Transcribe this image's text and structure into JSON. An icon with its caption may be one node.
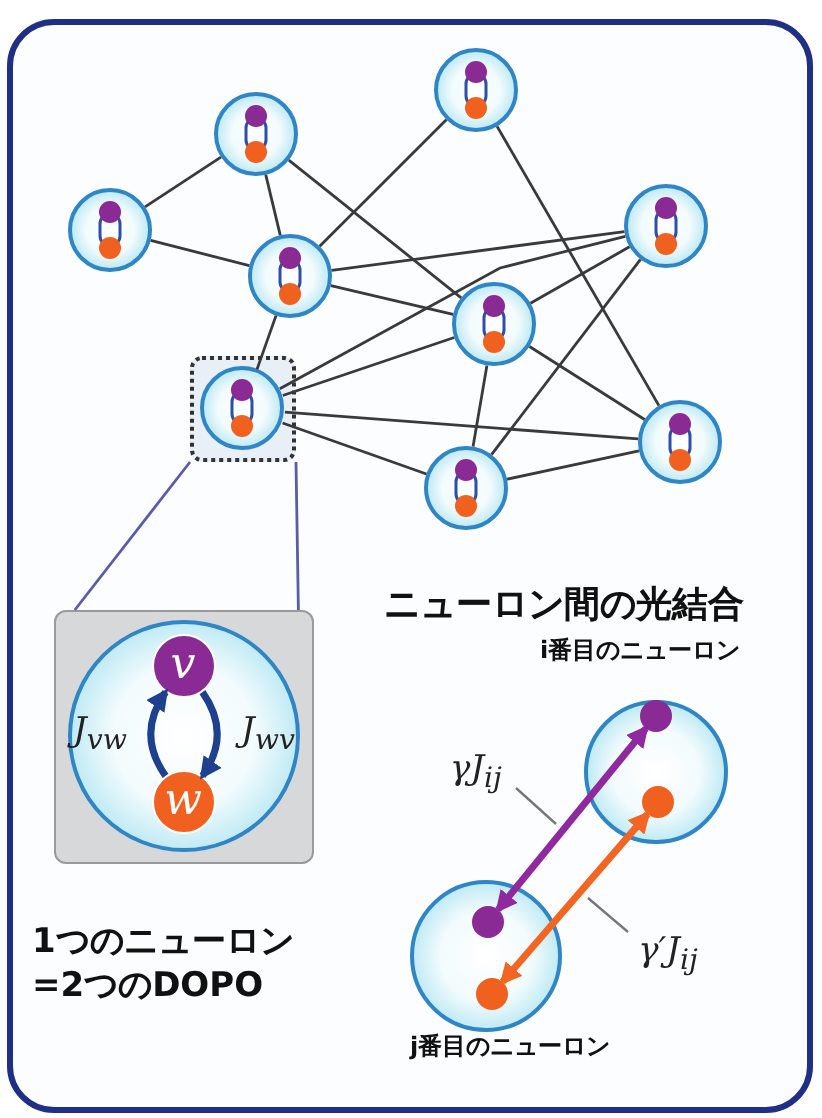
{
  "diagram": {
    "nodes": [
      {
        "text": [],
        "shape": "circle"
      },
      {
        "text": [],
        "shape": "circle"
      },
      {
        "text": [],
        "shape": "circle"
      },
      {
        "text": [],
        "shape": "circle"
      },
      {
        "text": [],
        "shape": "circle"
      },
      {
        "text": [],
        "shape": "circle"
      },
      {
        "text": [],
        "shape": "box"
      },
      {
        "text": [],
        "shape": "circle",
        "in": 6
      },
      {
        "text": [],
        "shape": "circle"
      },
      {
        "text": [],
        "shape": "circle"
      },
      {
        "text": [],
        "shape": "box",
        "beside": [
          "1つのニューロン=2つのDOPO"
        ]
      },
      {
        "text": [],
        "shape": "circle",
        "in": 10
      },
      {
        "text": [
          "v"
        ],
        "in": 11
      },
      {
        "text": [
          "w"
        ],
        "in": 11
      },
      {
        "text": [],
        "shape": "circle",
        "beside": [
          "i番目のニューロン"
        ]
      },
      {
        "text": [],
        "shape": "circle",
        "in": 14
      },
      {
        "text": [],
        "shape": "circle",
        "in": 14
      },
      {
        "text": [],
        "shape": "circle",
        "beside": [
          "j番目のニューロン"
        ]
      },
      {
        "text": [],
        "shape": "circle",
        "in": 17
      },
      {
        "text": [],
        "shape": "circle",
        "in": 17
      }
    ],
    "edges": [
      {
        "from": 2,
        "to": 1,
        "arrow": "none"
      },
      {
        "from": 2,
        "to": 4,
        "arrow": "none"
      },
      {
        "from": 1,
        "to": 4,
        "arrow": "none"
      },
      {
        "from": 1,
        "to": 5,
        "arrow": "none"
      },
      {
        "from": 0,
        "to": 4,
        "arrow": "none"
      },
      {
        "from": 0,
        "to": 8,
        "arrow": "none"
      },
      {
        "from": 4,
        "to": 3,
        "arrow": "none"
      },
      {
        "from": 4,
        "to": 5,
        "arrow": "none"
      },
      {
        "from": 4,
        "to": 7,
        "arrow": "none"
      },
      {
        "from": 3,
        "to": 5,
        "arrow": "none"
      },
      {
        "from": 3,
        "to": 7,
        "arrow": "none"
      },
      {
        "from": 3,
        "to": 9,
        "arrow": "none"
      },
      {
        "from": 5,
        "to": 7,
        "arrow": "none"
      },
      {
        "from": 7,
        "to": 8,
        "arrow": "none"
      },
      {
        "from": 7,
        "to": 9,
        "arrow": "none"
      },
      {
        "from": 5,
        "to": 9,
        "arrow": "none"
      },
      {
        "from": 5,
        "to": 8,
        "arrow": "none"
      },
      {
        "from": 9,
        "to": 8,
        "arrow": "none"
      },
      {
        "from": 6,
        "to": 10,
        "arrow": "none",
        "color": "#5b5ba8"
      },
      {
        "from": 6,
        "to": 10,
        "arrow": "none",
        "color": "#5b5ba8"
      },
      {
        "from": 13,
        "to": 12,
        "arrow": "to",
        "label": "J$_{vw}$",
        "style": "thick",
        "color": "#1f3f8f"
      },
      {
        "from": 12,
        "to": 13,
        "arrow": "to",
        "label": "J$_{wv}$",
        "style": "thick",
        "color": "#1f3f8f"
      },
      {
        "from": 18,
        "to": 15,
        "arrow": "both",
        "label": "γJ$_{ij}$",
        "style": "thick",
        "color": "#8e2a9e"
      },
      {
        "from": 19,
        "to": 16,
        "arrow": "both",
        "label": "γ′J$_{ij}$",
        "style": "thick",
        "color": "#f26522"
      }
    ],
    "labels": [
      "ニューロン間の光結合"
    ]
  }
}
